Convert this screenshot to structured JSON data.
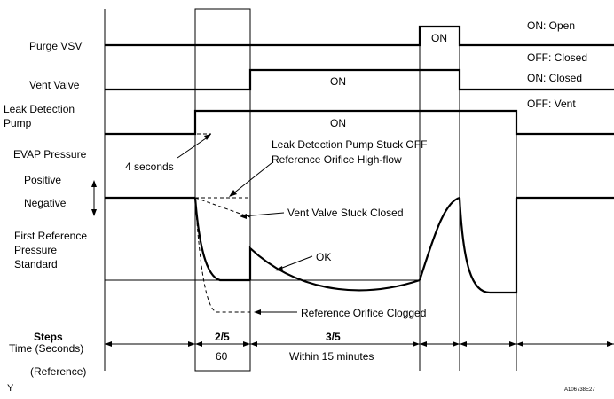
{
  "signals": {
    "purge_vsv": "Purge VSV",
    "vent_valve": "Vent Valve",
    "leak_pump_line1": "Leak Detection",
    "leak_pump_line2": "Pump",
    "evap_pressure": "EVAP Pressure",
    "positive": "Positive",
    "negative": "Negative",
    "ref_line1": "First Reference",
    "ref_line2": "Pressure",
    "ref_line3": "Standard"
  },
  "states": {
    "on_open": "ON: Open",
    "off_closed": "OFF: Closed",
    "on_closed": "ON: Closed",
    "off_vent": "OFF: Vent",
    "purge_on": "ON",
    "vent_on": "ON",
    "pump_on": "ON"
  },
  "annotations": {
    "four_seconds": "4 seconds",
    "stuck_off_line1": "Leak Detection Pump Stuck OFF",
    "stuck_off_line2": "Reference Orifice High-flow",
    "vent_stuck": "Vent Valve Stuck Closed",
    "ok": "OK",
    "orifice_clogged": "Reference Orifice Clogged"
  },
  "footer": {
    "steps_label": "Steps",
    "time_label": "Time (Seconds)",
    "reference_label": "(Reference)",
    "step_2": "2/5",
    "step_3": "3/5",
    "time_60": "60",
    "within_15": "Within 15 minutes"
  },
  "corner": {
    "left": "Y",
    "code": "A106738E27"
  }
}
